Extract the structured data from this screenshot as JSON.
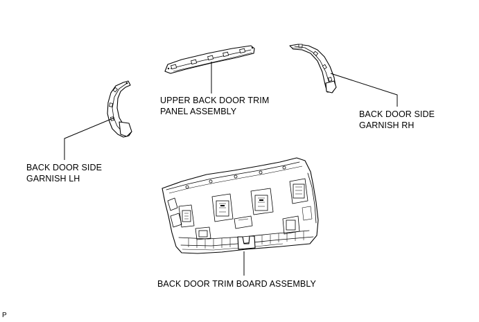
{
  "labels": {
    "upper_trim": [
      "UPPER BACK DOOR TRIM",
      "PANEL ASSEMBLY"
    ],
    "side_garnish_rh": [
      "BACK DOOR SIDE",
      "GARNISH RH"
    ],
    "side_garnish_lh": [
      "BACK DOOR SIDE",
      "GARNISH LH"
    ],
    "trim_board": "BACK DOOR TRIM BOARD ASSEMBLY",
    "figure_code": "P"
  }
}
